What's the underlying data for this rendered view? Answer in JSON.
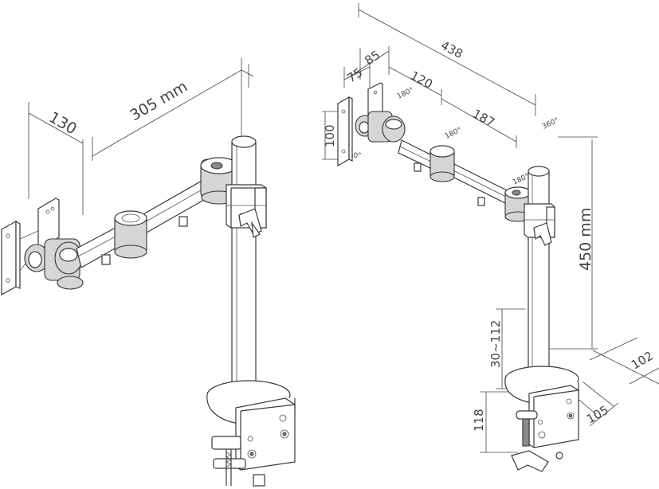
{
  "left_view": {
    "dim_width": "305 mm",
    "dim_depth": "130"
  },
  "right_view": {
    "dim_total": "438",
    "dim_85": "85",
    "dim_75": "75",
    "dim_120": "120",
    "dim_187": "187",
    "dim_100": "100",
    "rot_1": "180°",
    "rot_2": "180°",
    "rot_3": "180°",
    "rot_4": "180°",
    "rot_5": "360°",
    "dim_height": "450 mm",
    "dim_clamp_range": "30~112",
    "dim_118": "118",
    "dim_102": "102",
    "dim_105": "105"
  }
}
